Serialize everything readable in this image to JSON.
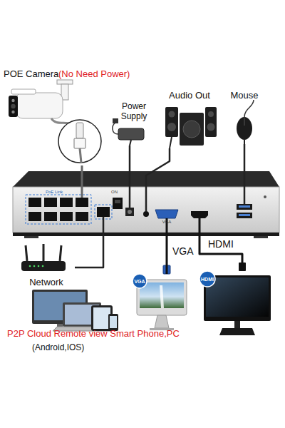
{
  "diagram": {
    "nodes": [
      {
        "text": [
          "POE Camera",
          "(No Need Power)"
        ]
      },
      {
        "text": [
          "Power Supply"
        ]
      },
      {
        "text": [
          "Audio Out"
        ]
      },
      {
        "text": [
          "Mouse"
        ]
      },
      {
        "text": [
          "PoE Link",
          "ON",
          "VGA"
        ]
      },
      {
        "text": [
          "Network"
        ]
      },
      {
        "text": [
          "VGA"
        ]
      },
      {
        "text": [
          "HDMI"
        ]
      },
      {
        "text": [
          "P2P Cloud Remote view Smart Phone,PC",
          "(Android,IOS)"
        ]
      }
    ],
    "edges": [
      {
        "from": 0,
        "to": 4,
        "arrow": "none"
      },
      {
        "from": 1,
        "to": 4,
        "arrow": "none"
      },
      {
        "from": 2,
        "to": 4,
        "arrow": "none"
      },
      {
        "from": 3,
        "to": 4,
        "arrow": "none"
      },
      {
        "from": 5,
        "to": 4,
        "arrow": "none"
      },
      {
        "from": 4,
        "to": 6,
        "label": "VGA",
        "arrow": "none"
      },
      {
        "from": 4,
        "to": 7,
        "label": "HDMI",
        "arrow": "none"
      }
    ]
  }
}
